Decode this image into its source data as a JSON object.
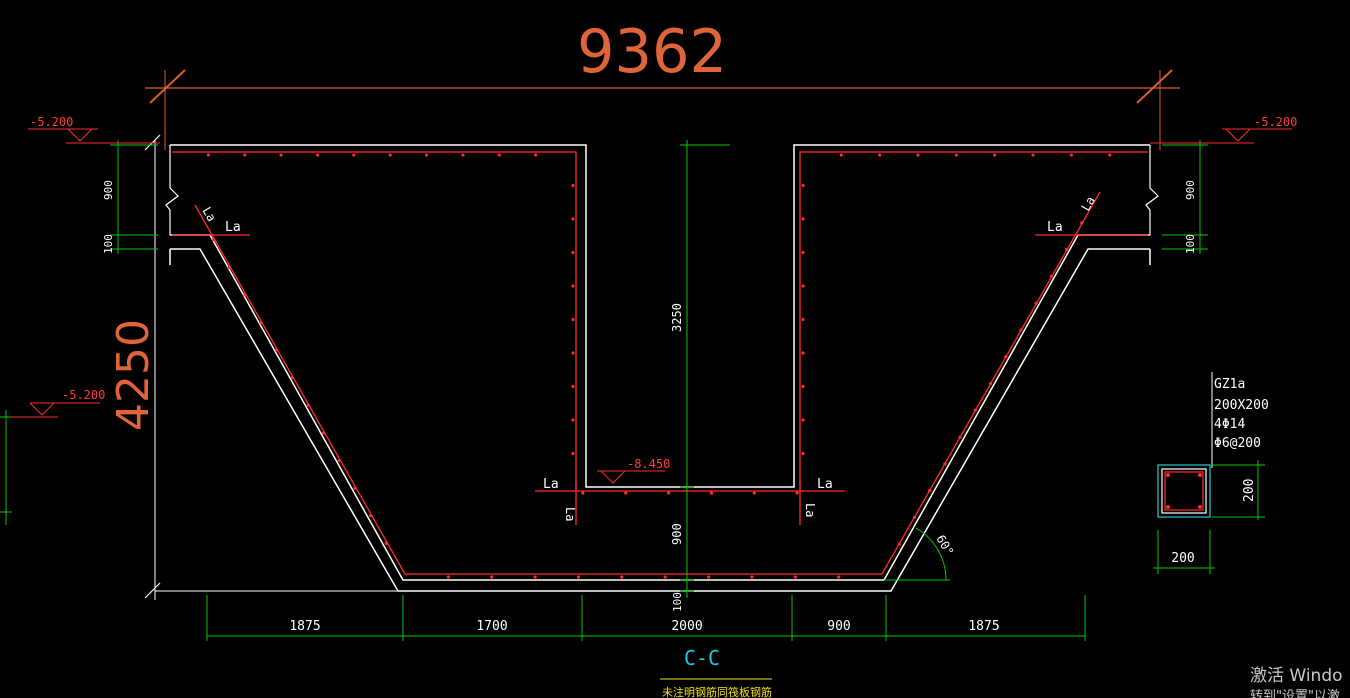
{
  "dimensions": {
    "overall_width": "9362",
    "overall_height": "4250",
    "inner_depth": "3250",
    "wall_top_left": "900",
    "wall_top_right": "900",
    "slab_left": "100",
    "slab_right": "100",
    "bottom_thickness": "900",
    "bottom_slab": "100",
    "bottom_segments": [
      "1875",
      "1700",
      "2000",
      "900",
      "1875"
    ],
    "column_width": "200",
    "column_height": "200"
  },
  "elevations": {
    "top_left": "-5.200",
    "top_right": "-5.200",
    "mid_left": "-5.200",
    "pit_bottom": "-8.450"
  },
  "anchor_label": "La",
  "angle_label": "60°",
  "column_note": {
    "name": "GZ1a",
    "size": "200X200",
    "main_bars": "4Φ14",
    "stirrups": "Φ6@200"
  },
  "section_title": "C-C",
  "section_note": "未注明钢筋同筏板钢筋",
  "watermark": {
    "line1": "激活 Windo",
    "line2": "转到\"设置\"以激"
  },
  "colors": {
    "background": "#000000",
    "concrete_outline": "#ffffff",
    "rebar": "#ff2a2a",
    "dimension": "#00c800",
    "overall_dimension": "#e05a2a",
    "section_title": "#26c8d8"
  }
}
